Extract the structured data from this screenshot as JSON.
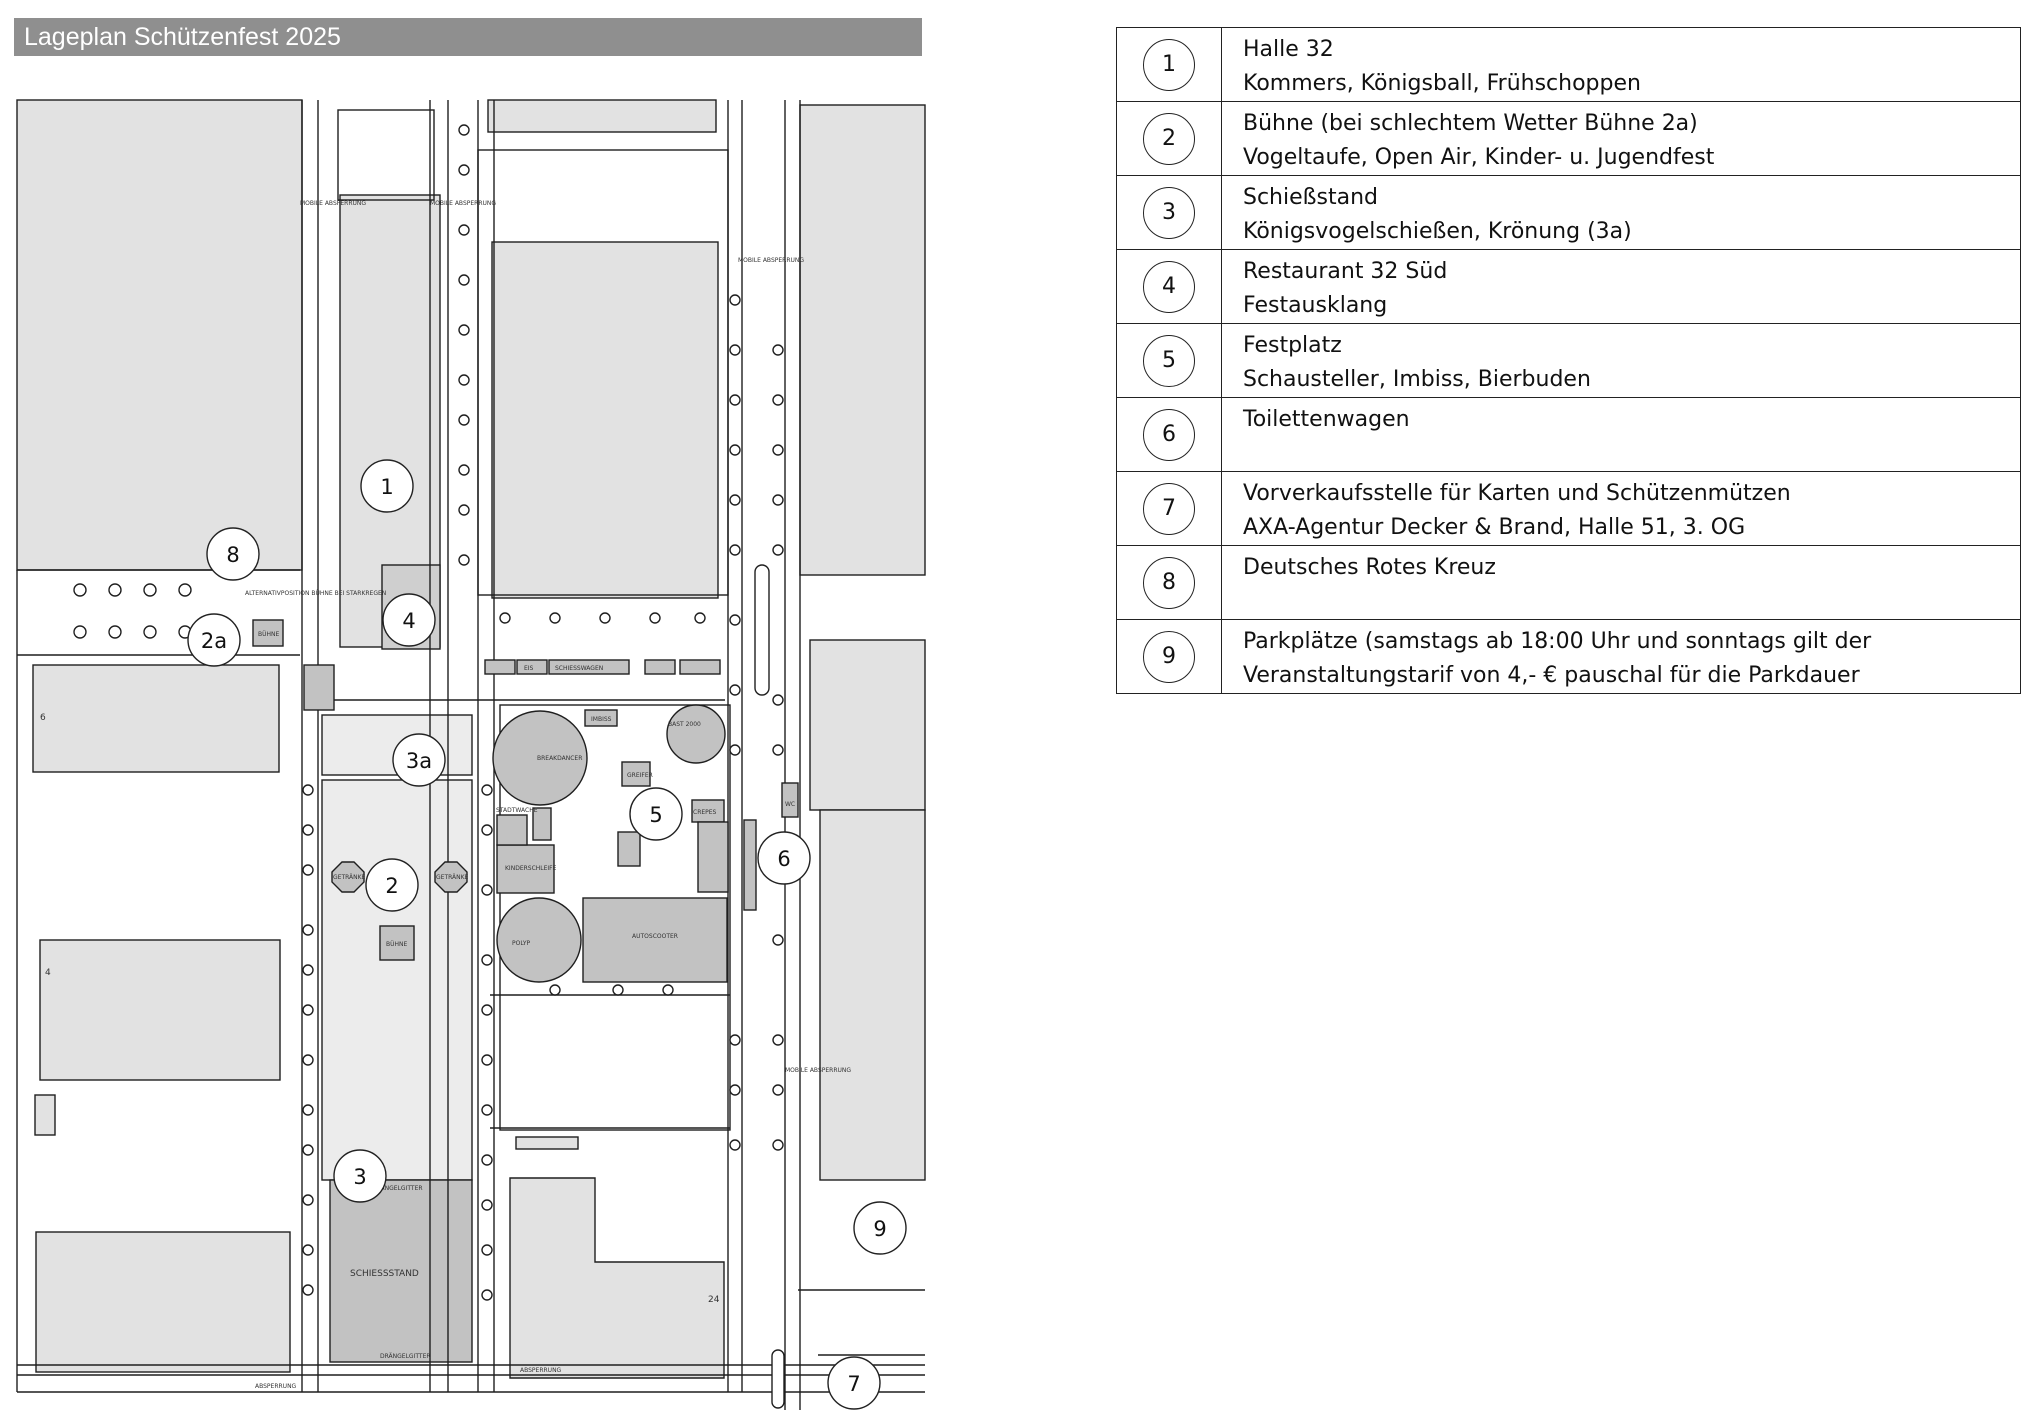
{
  "title": "Lageplan Schützenfest 2025",
  "legend": [
    {
      "num": "1",
      "line1": "Halle 32",
      "line2": "Kommers, Königsball, Frühschoppen"
    },
    {
      "num": "2",
      "line1": "Bühne (bei schlechtem Wetter Bühne 2a)",
      "line2": "Vogeltaufe, Open Air, Kinder- u. Jugendfest"
    },
    {
      "num": "3",
      "line1": "Schießstand",
      "line2": "Königsvogelschießen, Krönung (3a)"
    },
    {
      "num": "4",
      "line1": "Restaurant 32 Süd",
      "line2": "Festausklang"
    },
    {
      "num": "5",
      "line1": "Festplatz",
      "line2": "Schausteller, Imbiss, Bierbuden"
    },
    {
      "num": "6",
      "line1": "Toilettenwagen",
      "line2": ""
    },
    {
      "num": "7",
      "line1": "Vorverkaufsstelle für Karten und Schützenmützen",
      "line2": "AXA-Agentur Decker & Brand, Halle 51, 3. OG"
    },
    {
      "num": "8",
      "line1": "Deutsches Rotes Kreuz",
      "line2": ""
    },
    {
      "num": "9",
      "line1": "Parkplätze (samstags ab 18:00 Uhr und sonntags gilt der",
      "line2": "Veranstaltungstarif von 4,- € pauschal für die Parkdauer"
    }
  ],
  "markers": {
    "m1": "1",
    "m2": "2",
    "m2a": "2a",
    "m3": "3",
    "m3a": "3a",
    "m4": "4",
    "m5": "5",
    "m6": "6",
    "m7": "7",
    "m8": "8",
    "m9": "9"
  },
  "map_labels": {
    "mobile_absperrung": "MOBILE ABSPERRUNG",
    "absperrung": "ABSPERRUNG",
    "alternativposition": "ALTERNATIVPOSITION BÜHNE BEI STARKREGEN",
    "buehne": "BÜHNE",
    "getraenke": "GETRÄNKE",
    "schiessstand": "SCHIESSSTAND",
    "draengelgitter": "DRÄNGELGITTER",
    "breakdancer": "BREAKDANCER",
    "polyp": "POLYP",
    "autoscooter": "AUTOSCOOTER",
    "kinderschleife": "KINDERSCHLEIFE",
    "stadtwache": "STADTWACHE",
    "greifer": "GREIFER",
    "crepes": "CREPES",
    "imbiss": "IMBISS",
    "schiesswagen": "SCHIESSWAGEN",
    "bast2000": "BAST 2000",
    "eis": "EIS",
    "wc": "WC",
    "house_6": "6",
    "house_4": "4",
    "house_24": "24"
  },
  "colors": {
    "building": "#e2e2e2",
    "feature": "#c2c2c2",
    "title_bar": "#8f8f8f",
    "line": "#1f1f1f"
  }
}
